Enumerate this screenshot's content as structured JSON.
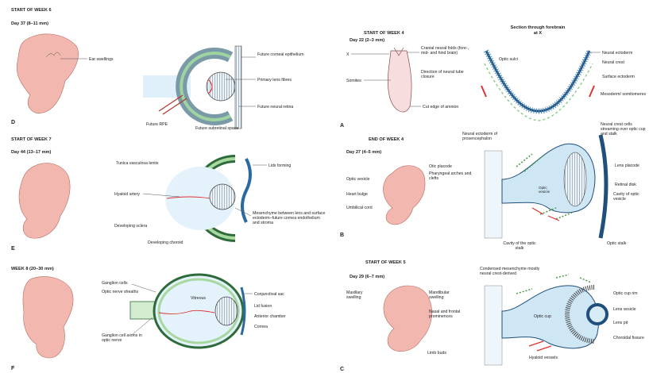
{
  "panels": {
    "d": {
      "heading": "START OF WEEK 6",
      "sub": "Day 37 (8–11 mm)",
      "letter": "D",
      "labels": [
        "Ear swellings",
        "Future corneal epithelium",
        "Primary lens fibres",
        "Future neural retina",
        "Future RPE",
        "Future subretinal space"
      ]
    },
    "e": {
      "heading": "START OF WEEK 7",
      "sub": "Day 44 (13–17 mm)",
      "letter": "E",
      "labels": [
        "Tunica vasculosa lentis",
        "Lids forming",
        "Hyaloid artery",
        "Mesenchyme between lens and surface ectoderm–future cornea endothelium and stroma",
        "Developing sclera",
        "Developing choroid"
      ]
    },
    "f": {
      "heading": "WEEK 8 (20–30 mm)",
      "letter": "F",
      "labels": [
        "Ganglion cells",
        "Optic nerve sheaths",
        "Vitreous",
        "Conjunctival sac",
        "Lid fusion",
        "Anterior chamber",
        "Cornea",
        "Ganglion cell axons in optic nerve"
      ]
    },
    "a": {
      "heading": "START OF WEEK 4",
      "sub": "Day 22 (2–3 mm)",
      "letter": "A",
      "section_title": "Section through forebrain at X",
      "labels": [
        "X",
        "Cranial neural folds (fore-, mid- and hind brain)",
        "Direction of neural tube closure",
        "Somites",
        "Cut edge of amnion",
        "Optic sulci",
        "Neural ectoderm",
        "Neural crest",
        "Surface ectoderm",
        "Mesoderm/ somitomeres"
      ]
    },
    "b": {
      "heading": "END OF WEEK 4",
      "sub": "Day 27 (4–5 mm)",
      "letter": "B",
      "labels": [
        "Neural ectoderm of prosencephalon",
        "Neural crest cells streaming over optic cup and stalk",
        "Otic placode",
        "Pharyngeal arches and clefts",
        "Optic vesicle",
        "Heart bulge",
        "Umbilical cord",
        "Optic vesicle",
        "Lens placode",
        "Retinal disk",
        "Cavity of optic vesicle",
        "Cavity of the optic stalk",
        "Optic stalk"
      ]
    },
    "c": {
      "heading": "START OF WEEK 5",
      "sub": "Day 29 (6–7 mm)",
      "letter": "C",
      "labels": [
        "Condensed mesenchyme mostly neural crest-derived",
        "Maxillary swelling",
        "Mandibular swelling",
        "Nasal and frontal prominences",
        "Limb buds",
        "Optic cup",
        "Optic cup rim",
        "Lens vesicle",
        "Lens pit",
        "Choroidal fissure",
        "Hyaloid vessels"
      ]
    }
  }
}
